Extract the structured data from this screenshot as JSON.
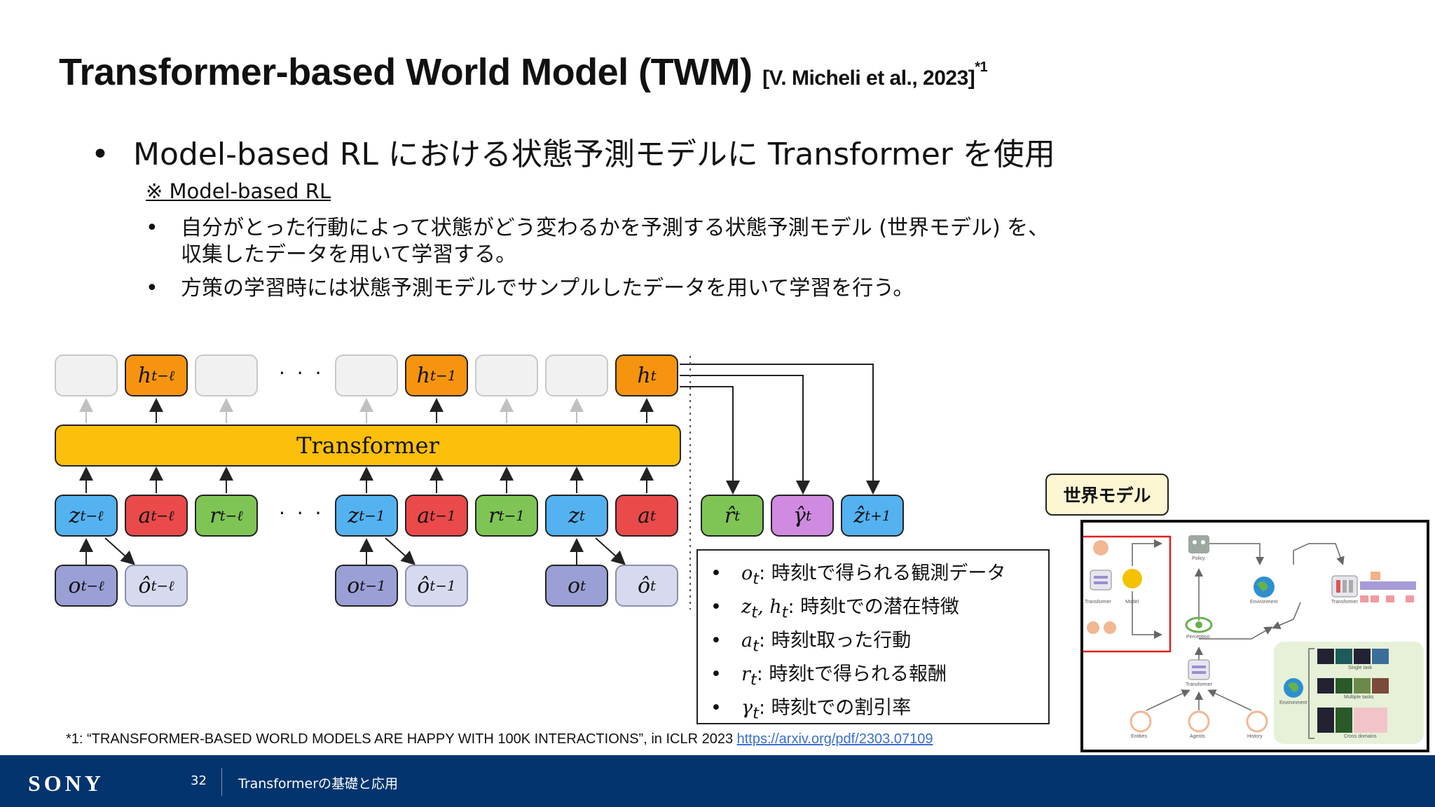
{
  "title": {
    "main": "Transformer-based World Model (TWM)",
    "cite": "[V. Micheli et al., 2023]",
    "sup": "*1"
  },
  "bullet_main": "Model-based RL における状態予測モデルに Transformer を使用",
  "note": "※ Model-based RL",
  "sub_bullets": [
    {
      "line1": "自分がとった行動によって状態がどう変わるかを予測する状態予測モデル (世界モデル) を、",
      "line2": "収集したデータを用いて学習する。"
    },
    {
      "line1": "方策の学習時には状態予測モデルでサンプルしたデータを用いて学習を行う。"
    }
  ],
  "diagram": {
    "transformer_label": "Transformer",
    "ellipsis": "· · ·",
    "h_labels": {
      "h1": "h",
      "h1_sub": "t−ℓ",
      "h2": "h",
      "h2_sub": "t−1",
      "h3": "h",
      "h3_sub": "t"
    },
    "inputs": [
      {
        "sym": "z",
        "sub": "t−ℓ"
      },
      {
        "sym": "a",
        "sub": "t−ℓ"
      },
      {
        "sym": "r",
        "sub": "t−ℓ"
      },
      {
        "sym": "z",
        "sub": "t−1"
      },
      {
        "sym": "a",
        "sub": "t−1"
      },
      {
        "sym": "r",
        "sub": "t−1"
      },
      {
        "sym": "z",
        "sub": "t"
      },
      {
        "sym": "a",
        "sub": "t"
      }
    ],
    "obs": [
      {
        "sym": "o",
        "sub": "t−ℓ"
      },
      {
        "sym": "ô",
        "sub": "t−ℓ"
      },
      {
        "sym": "o",
        "sub": "t−1"
      },
      {
        "sym": "ô",
        "sub": "t−1"
      },
      {
        "sym": "o",
        "sub": "t"
      },
      {
        "sym": "ô",
        "sub": "t"
      }
    ],
    "outputs": [
      {
        "sym": "r̂",
        "sub": "t"
      },
      {
        "sym": "γ̂",
        "sub": "t"
      },
      {
        "sym": "ẑ",
        "sub": "t+1"
      }
    ]
  },
  "legend": [
    {
      "sym": "o",
      "sub": "t",
      "text": ": 時刻tで得られる観測データ"
    },
    {
      "sym": "z",
      "sub": "t",
      "sym2": ", h",
      "sub2": "t",
      "text": ": 時刻tでの潜在特徴"
    },
    {
      "sym": "a",
      "sub": "t",
      "text": ": 時刻t取った行動"
    },
    {
      "sym": "r",
      "sub": "t",
      "text": ": 時刻tで得られる報酬"
    },
    {
      "sym": "γ",
      "sub": "t",
      "text": ": 時刻tでの割引率"
    }
  ],
  "world_model_badge": "世界モデル",
  "figure_labels": {
    "transformer": "Transformer",
    "model": "Model",
    "policy": "Policy",
    "environment": "Environment",
    "transformer2": "Transformer",
    "perception": "Perception",
    "transformer3": "Transformer",
    "environment2": "Environment",
    "entities": "Entities",
    "agents": "Agents",
    "history": "History",
    "single_task": "Single task",
    "multiple_tasks": "Multiple tasks",
    "cross_domains": "Cross domains"
  },
  "footnote": {
    "text": "*1: “TRANSFORMER-BASED WORLD MODELS ARE HAPPY WITH 100K INTERACTIONS”, in ICLR 2023 ",
    "link": "https://arxiv.org/pdf/2303.07109"
  },
  "footer": {
    "logo": "SONY",
    "page": "32",
    "title": "Transformerの基礎と応用"
  },
  "colors": {
    "orange": "#f7940f",
    "blue": "#54b2f0",
    "red": "#ea4a4a",
    "green": "#7fc556",
    "yellow": "#fcbf0a",
    "footer": "#03346e"
  }
}
